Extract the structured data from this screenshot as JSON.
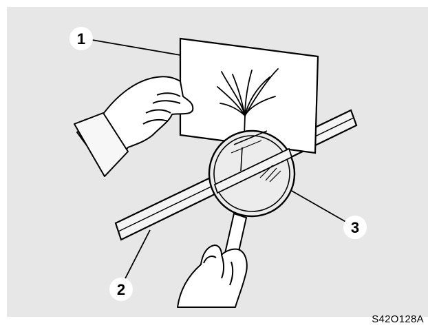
{
  "figure": {
    "callouts": [
      {
        "id": "1",
        "label": "1"
      },
      {
        "id": "2",
        "label": "2"
      },
      {
        "id": "3",
        "label": "3"
      }
    ],
    "code": "S42O128A"
  }
}
